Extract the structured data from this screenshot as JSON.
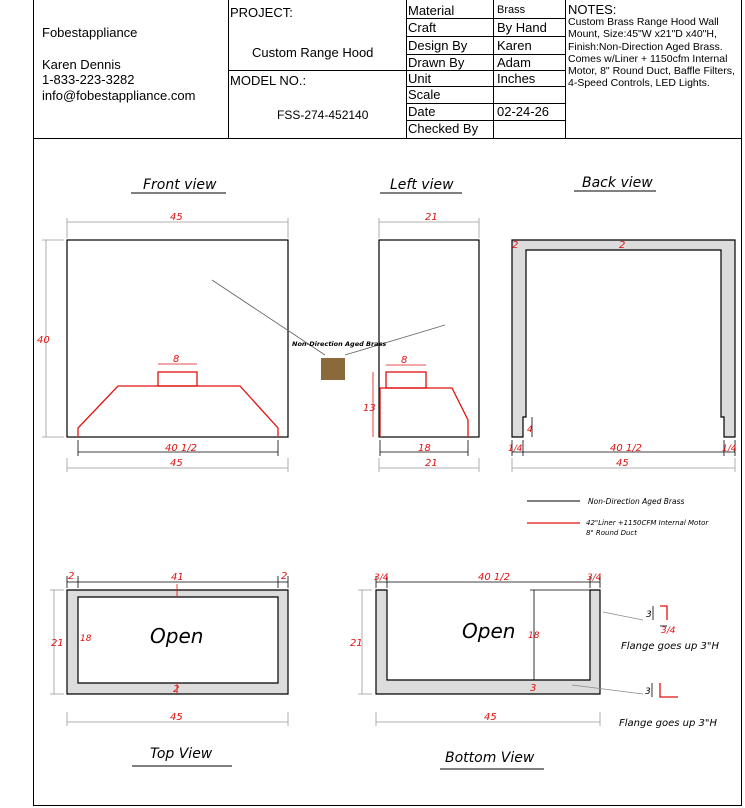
{
  "company": {
    "name": "Fobestappliance",
    "contact_name": "Karen Dennis",
    "phone": "1-833-223-3282",
    "email": "info@fobestappliance.com"
  },
  "project": {
    "label": "PROJECT:",
    "value": "Custom Range Hood",
    "model_label": "MODEL NO.:",
    "model_value": "FSS-274-452140"
  },
  "spec": {
    "material_label": "Material",
    "material_value": "Brass",
    "craft_label": "Craft",
    "craft_value": "By Hand",
    "design_label": "Design By",
    "design_value": "Karen",
    "drawn_label": "Drawn By",
    "drawn_value": "Adam",
    "unit_label": "Unit",
    "unit_value": "Inches",
    "scale_label": "Scale",
    "date_label": "Date",
    "date_value": "02-24-26",
    "checked_label": "Checked By"
  },
  "notes": {
    "title": "NOTES:",
    "body": "Custom Brass Range Hood Wall Mount, Size:45\"W x21\"D x40\"H, Finish:Non-Direction Aged Brass. Comes w/Liner + 1150cfm Internal Motor, 8\" Round Duct, Baffle Filters, 4-Speed Controls, LED Lights."
  },
  "views": {
    "front": "Front view",
    "left": "Left view",
    "back": "Back view",
    "top": "Top View",
    "bottom": "Bottom View"
  },
  "front_dims": {
    "width": "45",
    "height": "40",
    "duct": "8",
    "liner": "40 1/2",
    "bottom": "45"
  },
  "left_dims": {
    "width": "21",
    "duct": "8",
    "liner_h": "13",
    "liner_w": "18",
    "bottom": "21"
  },
  "back_dims": {
    "side_l": "2",
    "top": "2",
    "notch": "4",
    "left_fr": "1/4",
    "mid": "40 1/2",
    "right_fr": "1/4",
    "bottom": "45"
  },
  "top_dims": {
    "left": "2",
    "mid": "41",
    "right": "2",
    "depth": "21",
    "inner": "18",
    "bottom_gap": "2",
    "width": "45",
    "open": "Open"
  },
  "bottom_dims": {
    "left": "3/4",
    "mid": "40 1/2",
    "right": "3/4",
    "depth": "21",
    "inner": "18",
    "back": "3",
    "width": "45",
    "open": "Open"
  },
  "flange": {
    "upper_h": "3",
    "upper_frac": "3/4",
    "upper_label": "Flange goes up 3\"H",
    "lower_h": "3",
    "lower_label": "Flange goes up 3\"H"
  },
  "legend": {
    "black_label": "Non-Direction Aged Brass",
    "red_label_1": "42\"Liner +1150CFM Internal Motor",
    "red_label_2": "8\" Round Duct",
    "finish_callout": "Non-Direction Aged Brass",
    "black_color": "#000000",
    "red_color": "#e01010",
    "swatch_color": "#8a6a3a"
  }
}
